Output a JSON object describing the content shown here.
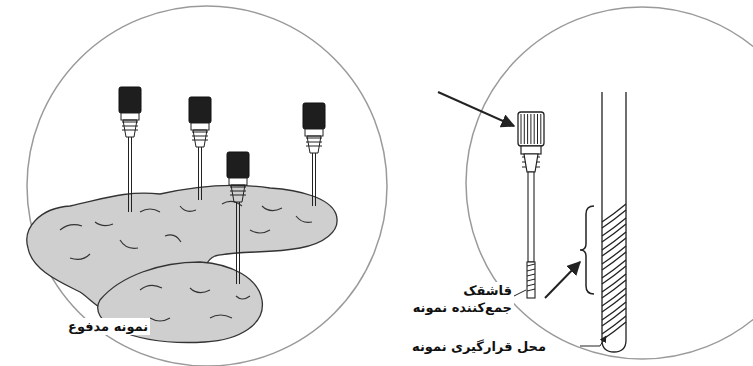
{
  "diagram": {
    "labels": [
      "نمونه مدفوع",
      "قاشقک جمع‌کننده نمونه",
      "محل قرارگیری نمونه"
    ]
  }
}
